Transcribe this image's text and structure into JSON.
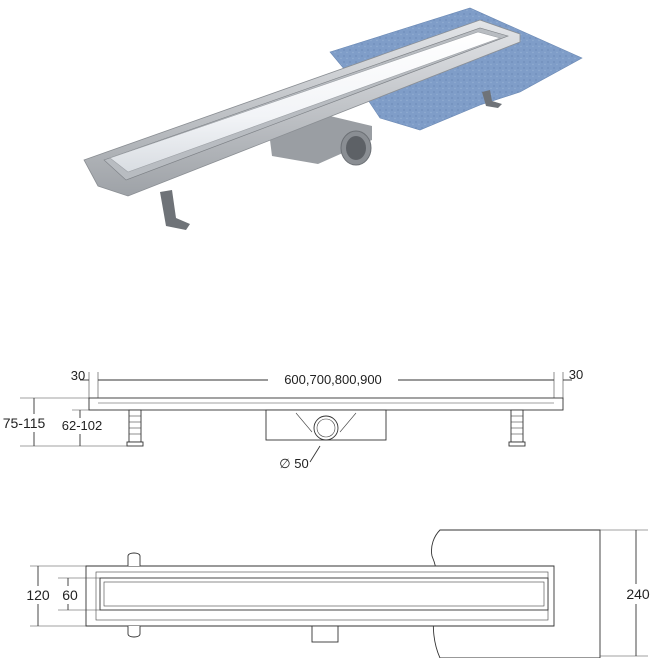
{
  "side_view": {
    "overall_length": "600,700,800,900",
    "left_margin": "30",
    "right_margin": "30",
    "total_height": "75-115",
    "adjust_height": "62-102",
    "outlet_diameter": "∅ 50"
  },
  "top_view": {
    "channel_width": "120",
    "grate_width": "60",
    "membrane_width": "240"
  },
  "colors": {
    "membrane": "#7e9cc7",
    "steel": "#c9ccd0",
    "grate": "#f7f9fb",
    "feet": "#6f7378"
  }
}
